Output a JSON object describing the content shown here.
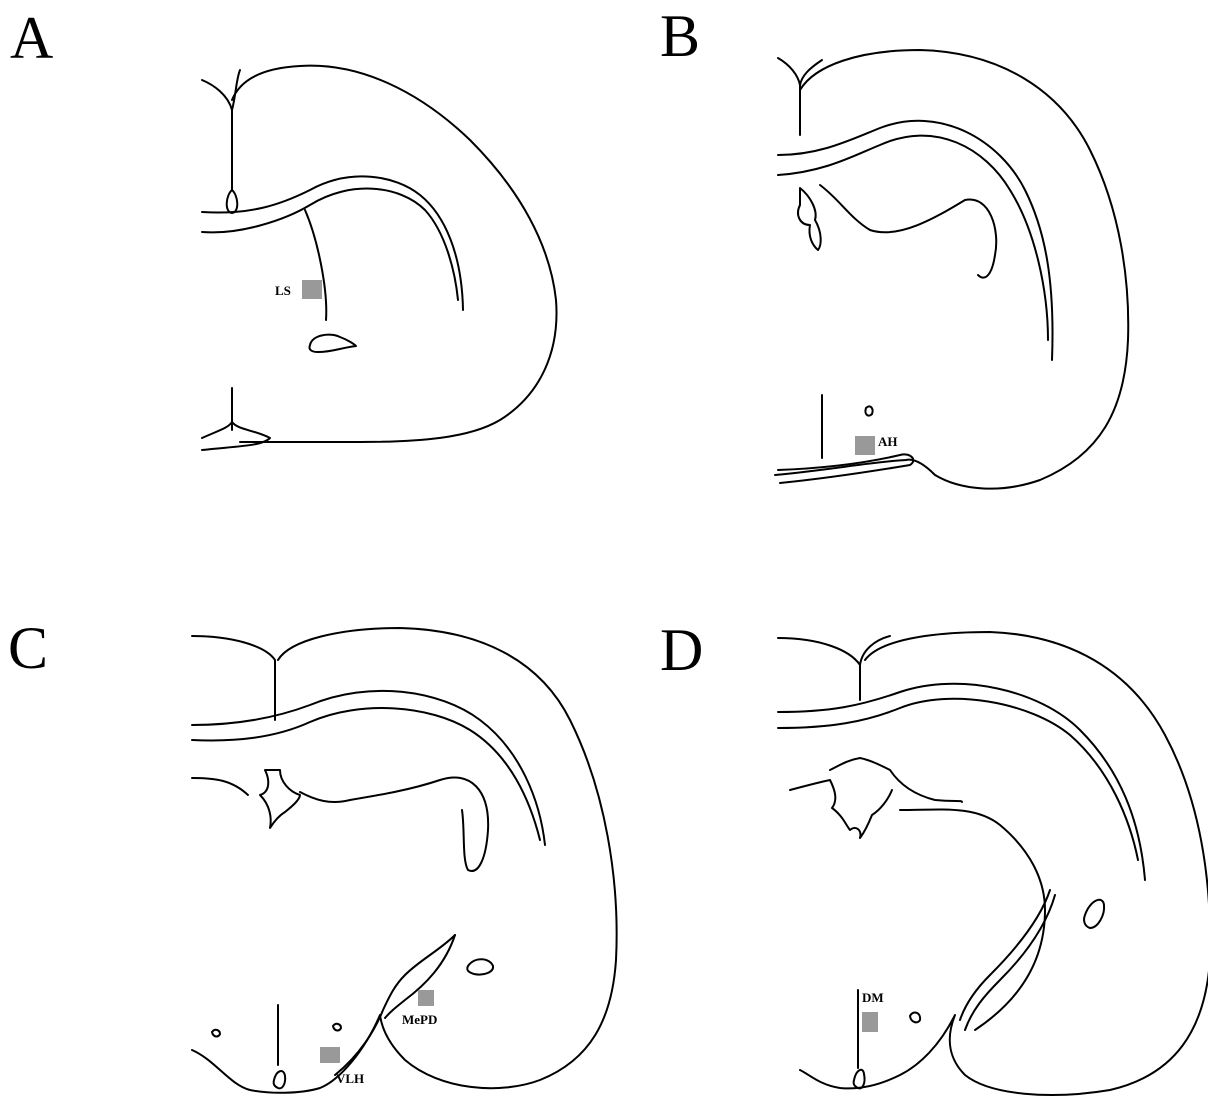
{
  "colors": {
    "line": "#000000",
    "marker": "#999999",
    "background": "#ffffff"
  },
  "panels": [
    {
      "letter": "A",
      "regions": [
        {
          "label": "LS"
        }
      ]
    },
    {
      "letter": "B",
      "regions": [
        {
          "label": "AH"
        }
      ]
    },
    {
      "letter": "C",
      "regions": [
        {
          "label": "MePD"
        },
        {
          "label": "VLH"
        }
      ]
    },
    {
      "letter": "D",
      "regions": [
        {
          "label": "DM"
        }
      ]
    }
  ]
}
